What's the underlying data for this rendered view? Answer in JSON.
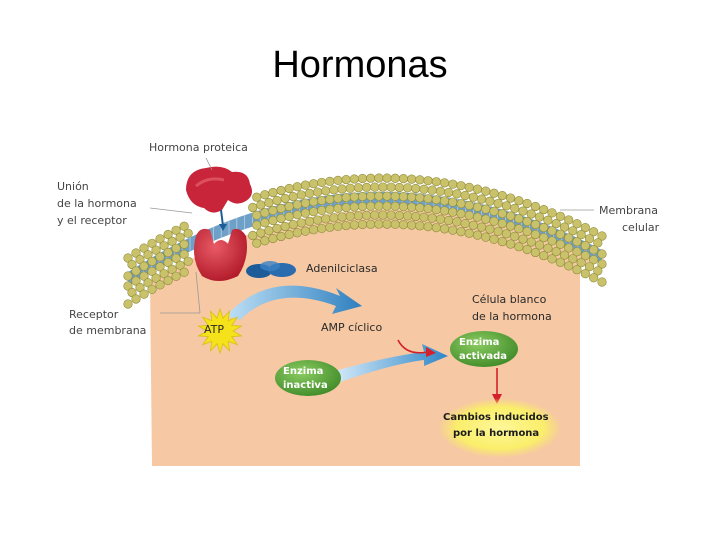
{
  "title": "Hormonas",
  "labels": {
    "hormona_proteica": "Hormona proteica",
    "union_1": "Unión",
    "union_2": "de la hormona",
    "union_3": "y el receptor",
    "membrana_1": "Membrana",
    "membrana_2": "celular",
    "adenilciclasa": "Adenilciclasa",
    "receptor_1": "Receptor",
    "receptor_2": "de membrana",
    "atp": "ATP",
    "amp": "AMP cíclico",
    "celula_1": "Célula blanco",
    "celula_2": "de la hormona",
    "enzima_activada_1": "Enzima",
    "enzima_activada_2": "activada",
    "enzima_inactiva_1": "Enzima",
    "enzima_inactiva_2": "inactiva",
    "cambios_1": "Cambios inducidos",
    "cambios_2": "por la hormona"
  },
  "colors": {
    "cytoplasm": "#f6c8a4",
    "lipid_head": "#c9c26a",
    "lipid_tail": "#6ea0c8",
    "receptor": "#cf2a3c",
    "hormone": "#c8243a",
    "adenylyl_cyclase": "#1d5c99",
    "arrow_blue": "#2e7fbf",
    "atp_star": "#f5e21a",
    "enzyme": "#5aa23a",
    "effect_glow": "#fbf07a",
    "red_arrow": "#d4202a"
  },
  "icons": {
    "atp": "starburst",
    "enzyme": "ellipse"
  }
}
